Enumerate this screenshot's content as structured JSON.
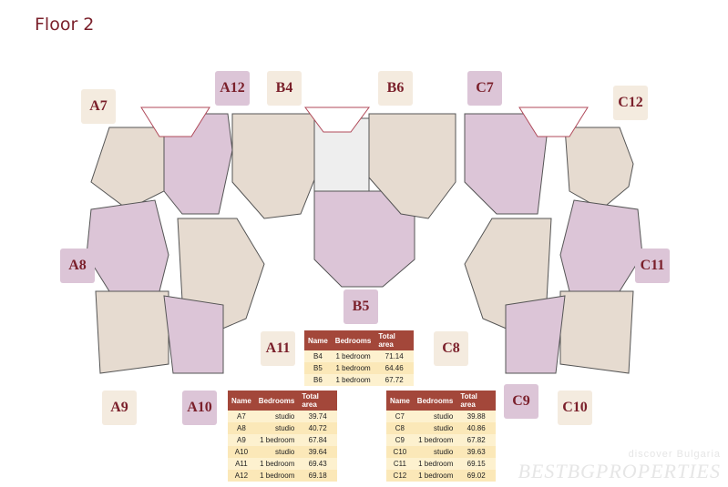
{
  "title": "Floor 2",
  "units": {
    "A7": "A7",
    "A8": "A8",
    "A9": "A9",
    "A10": "A10",
    "A11": "A11",
    "A12": "A12",
    "B4": "B4",
    "B5": "B5",
    "B6": "B6",
    "C7": "C7",
    "C8": "C8",
    "C9": "C9",
    "C10": "C10",
    "C11": "C11",
    "C12": "C12"
  },
  "table_headers": [
    "Name",
    "Bedrooms",
    "Total area"
  ],
  "table_b": [
    [
      "B4",
      "1 bedroom",
      "71.14"
    ],
    [
      "B5",
      "1 bedroom",
      "64.46"
    ],
    [
      "B6",
      "1 bedroom",
      "67.72"
    ]
  ],
  "table_a": [
    [
      "A7",
      "studio",
      "39.74"
    ],
    [
      "A8",
      "studio",
      "40.72"
    ],
    [
      "A9",
      "1 bedroom",
      "67.84"
    ],
    [
      "A10",
      "studio",
      "39.64"
    ],
    [
      "A11",
      "1 bedroom",
      "69.43"
    ],
    [
      "A12",
      "1 bedroom",
      "69.18"
    ]
  ],
  "table_c": [
    [
      "C7",
      "studio",
      "39.88"
    ],
    [
      "C8",
      "studio",
      "40.86"
    ],
    [
      "C9",
      "1 bedroom",
      "67.82"
    ],
    [
      "C10",
      "studio",
      "39.63"
    ],
    [
      "C11",
      "1 bedroom",
      "69.15"
    ],
    [
      "C12",
      "1 bedroom",
      "69.02"
    ]
  ],
  "watermark": {
    "tagline": "discover Bulgaria",
    "brand": "BESTBGPROPERTIES"
  },
  "colors": {
    "accent": "#7a1f2a",
    "purple": "#dcc5d7",
    "beige": "#f4ebdf",
    "header": "#a3473a"
  }
}
